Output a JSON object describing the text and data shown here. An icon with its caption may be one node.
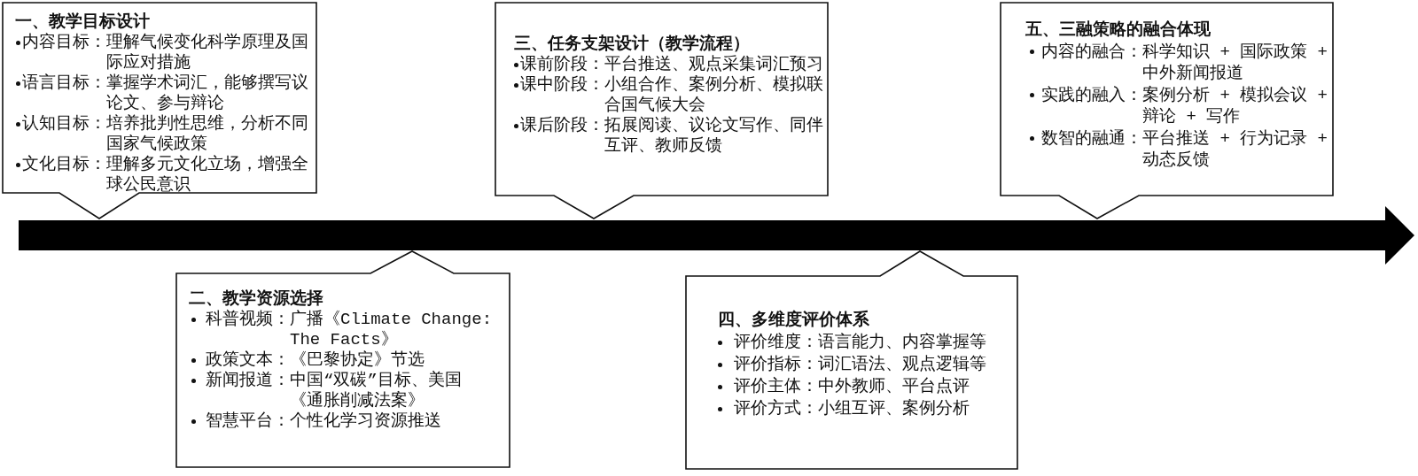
{
  "diagram": {
    "nodes": [
      {
        "text": [
          "一、教学目标设计",
          "内容目标：",
          "理解气候变化科学原理及国际应对措施",
          "语言目标：",
          "掌握学术词汇，能够撰写议论文、参与辩论",
          "认知目标：",
          "培养批判性思维，分析不同国家气候政策",
          "文化目标：",
          "理解多元文化立场，增强全球公民意识"
        ]
      },
      {
        "text": [
          "二、教学资源选择",
          "科普视频：",
          "广播《Climate Change: The Facts》",
          "政策文本：",
          "《巴黎协定》节选",
          "新闻报道：",
          "中国“双碳”目标、美国《通胀削减法案》",
          "智慧平台：",
          "个性化学习资源推送"
        ]
      },
      {
        "text": [
          "三、任务支架设计（教学流程）",
          "课前阶段：",
          "平台推送、观点采集词汇预习",
          "课中阶段：",
          "小组合作、案例分析、模拟联合国气候大会",
          "课后阶段：",
          "拓展阅读、议论文写作、同伴互评、教师反馈"
        ]
      },
      {
        "text": [
          "四、多维度评价体系",
          "评价维度：",
          "语言能力、内容掌握等",
          "评价指标：",
          "词汇语法、观点逻辑等",
          "评价主体：",
          "中外教师、平台点评",
          "评价方式：",
          "小组互评、案例分析"
        ]
      },
      {
        "text": [
          "五、三融策略的融合体现",
          "内容的融合：",
          "科学知识 + 国际政策 + 中外新闻报道",
          "实践的融入：",
          "案例分析 + 模拟会议 + 辩论 + 写作",
          "数智的融通：",
          "平台推送 + 行为记录 + 动态反馈"
        ]
      },
      {
        "text": [],
        "shape": "arrow"
      }
    ]
  }
}
